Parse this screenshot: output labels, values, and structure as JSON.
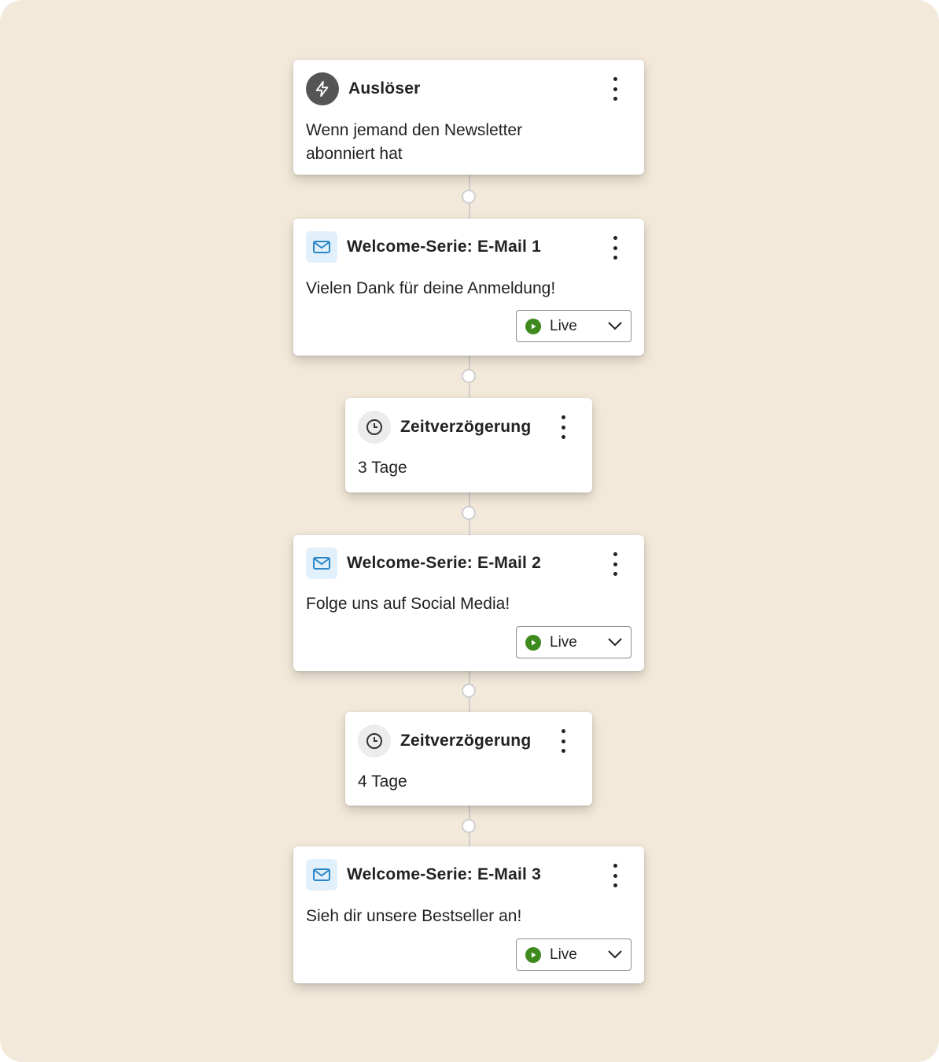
{
  "colors": {
    "background": "#f3e9da",
    "card": "#ffffff",
    "live_status": "#3f8a1f",
    "mail_icon": "#2a86c8",
    "connector": "#cfcfcf"
  },
  "workflow": {
    "trigger": {
      "icon": "lightning-icon",
      "title": "Auslöser",
      "description_line1": "Wenn jemand den Newsletter",
      "description_line2": "abonniert hat"
    },
    "email_1": {
      "icon": "envelope-icon",
      "title": "Welcome-Serie: E-Mail 1",
      "description": "Vielen Dank für deine Anmeldung!",
      "status": "Live"
    },
    "delay_1": {
      "icon": "clock-icon",
      "title": "Zeitverzögerung",
      "description": "3 Tage"
    },
    "email_2": {
      "icon": "envelope-icon",
      "title": "Welcome-Serie: E-Mail 2",
      "description": "Folge uns auf Social Media!",
      "status": "Live"
    },
    "delay_2": {
      "icon": "clock-icon",
      "title": "Zeitverzögerung",
      "description": "4 Tage"
    },
    "email_3": {
      "icon": "envelope-icon",
      "title": "Welcome-Serie: E-Mail 3",
      "description": "Sieh dir unsere Bestseller an!",
      "status": "Live"
    }
  }
}
